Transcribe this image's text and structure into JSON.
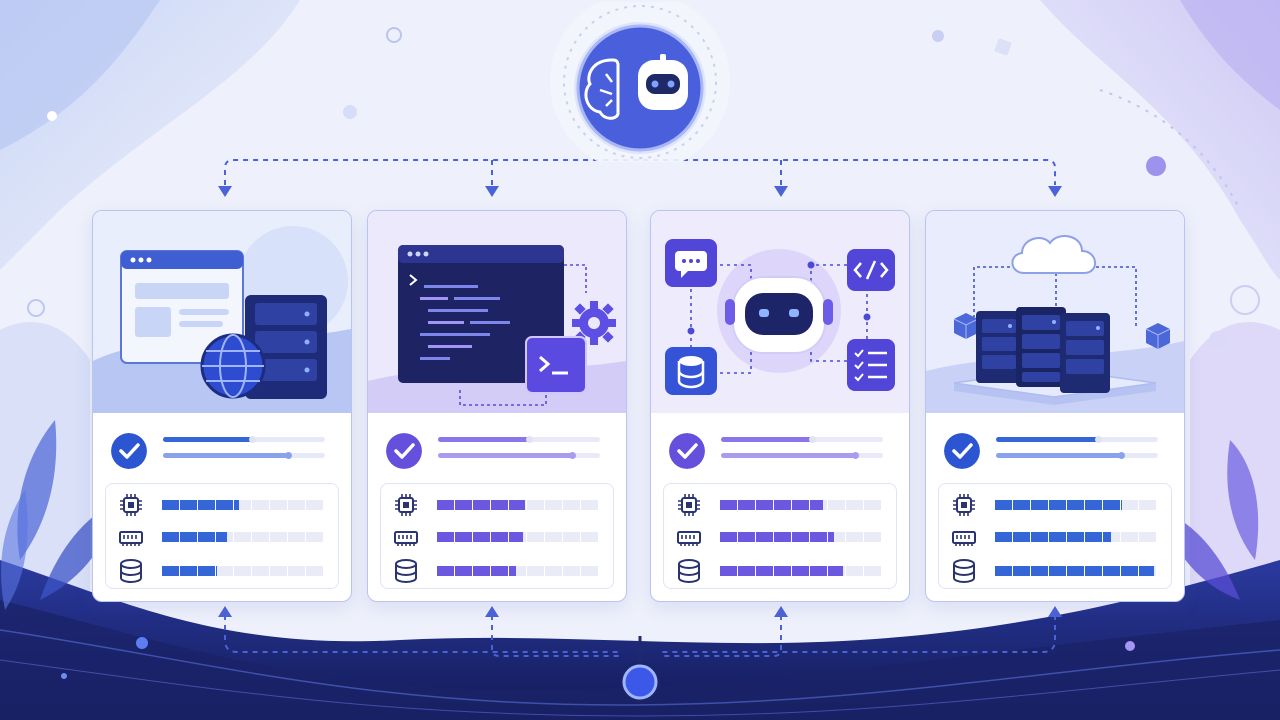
{
  "hub": {
    "label": "",
    "icons": [
      "brain-icon",
      "robot-icon"
    ]
  },
  "cards": [
    {
      "id": "web-hosting",
      "theme": "blue",
      "illustration": [
        "browser-window-icon",
        "globe-icon",
        "server-rack-icon"
      ],
      "status": "check",
      "progress": [
        0.55,
        0.77
      ],
      "resources": [
        {
          "icon": "cpu-icon",
          "level": 0.48
        },
        {
          "icon": "memory-icon",
          "level": 0.41
        },
        {
          "icon": "storage-icon",
          "level": 0.34
        }
      ]
    },
    {
      "id": "terminal-code",
      "theme": "violet",
      "illustration": [
        "code-editor-icon",
        "terminal-icon",
        "gear-icon"
      ],
      "status": "check",
      "progress": [
        0.56,
        0.83
      ],
      "resources": [
        {
          "icon": "cpu-icon",
          "level": 0.55
        },
        {
          "icon": "memory-icon",
          "level": 0.54
        },
        {
          "icon": "storage-icon",
          "level": 0.49
        }
      ]
    },
    {
      "id": "ai-agent",
      "theme": "violet",
      "illustration": [
        "chat-icon",
        "code-icon",
        "robot-icon",
        "database-icon",
        "checklist-icon"
      ],
      "status": "check",
      "progress": [
        0.56,
        0.83
      ],
      "resources": [
        {
          "icon": "cpu-icon",
          "level": 0.64
        },
        {
          "icon": "memory-icon",
          "level": 0.71
        },
        {
          "icon": "storage-icon",
          "level": 0.77
        }
      ]
    },
    {
      "id": "cloud-cluster",
      "theme": "blue",
      "illustration": [
        "cloud-icon",
        "server-cluster-icon",
        "cube-icon"
      ],
      "status": "check",
      "progress": [
        0.63,
        0.77
      ],
      "resources": [
        {
          "icon": "cpu-icon",
          "level": 0.78
        },
        {
          "icon": "memory-icon",
          "level": 0.72
        },
        {
          "icon": "storage-icon",
          "level": 0.99
        }
      ]
    }
  ],
  "colors": {
    "blue": "#3566d8",
    "blue_light": "#c7d3f7",
    "violet": "#6c57e0",
    "violet_light": "#d6cef9",
    "navy": "#1f2a6e",
    "track": "#e9ecf7",
    "connector": "#4b63d6",
    "background": "#eef1fb"
  }
}
